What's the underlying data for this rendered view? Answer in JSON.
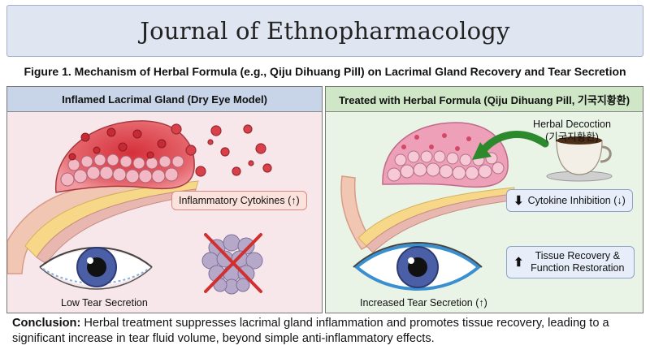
{
  "header": {
    "journal_title": "Journal of Ethnopharmacology"
  },
  "figure": {
    "caption": "Figure 1. Mechanism of Herbal Formula (e.g., Qiju Dihuang Pill) on Lacrimal Gland Recovery and Tear Secretion"
  },
  "left_panel": {
    "title": "Inflamed Lacrimal Gland (Dry Eye Model)",
    "cytokines_label": "Inflammatory Cytokines (↑)",
    "eye_label": "Low Tear Secretion"
  },
  "right_panel": {
    "title": "Treated with Herbal Formula (Qiju Dihuang Pill, 기국지황환)",
    "decoction_line1": "Herbal Decoction",
    "decoction_line2": "(기국지황환)",
    "inhibition_label": "Cytokine Inhibition (↓)",
    "recovery_line1": "Tissue Recovery &",
    "recovery_line2": "Function Restoration",
    "eye_label": "Increased Tear Secretion (↑)"
  },
  "conclusion": {
    "lead": "Conclusion:",
    "text": "Herbal treatment suppresses lacrimal gland inflammation and promotes tissue recovery, leading to a significant increase in tear fluid volume, beyond simple anti-inflammatory effects."
  },
  "colors": {
    "inflamed": "#e0505a",
    "healthy": "#e98fb0",
    "panel_left": "#f7e7ea",
    "panel_right": "#e9f3e6",
    "arrow_green": "#2c8a2c",
    "iris": "#4a5fa5"
  },
  "icons": [
    "virus-icon",
    "cup-icon",
    "cross-icon",
    "arrow-down-icon",
    "arrow-up-icon",
    "curved-arrow-icon"
  ]
}
